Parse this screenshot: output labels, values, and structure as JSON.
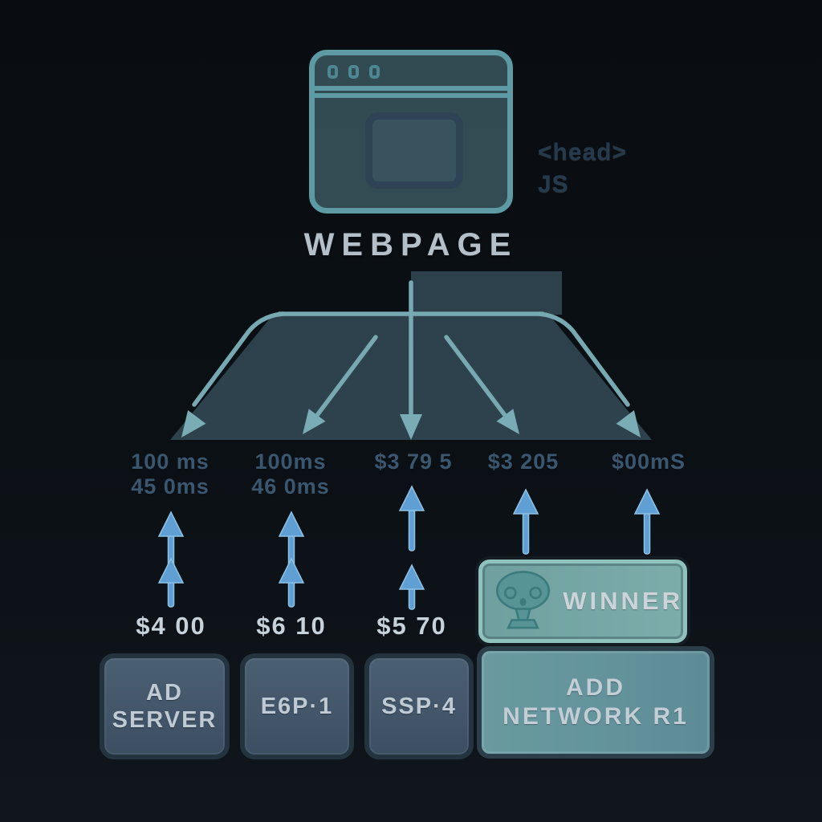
{
  "diagram": {
    "webpage": {
      "label": "WEBPAGE",
      "code_line1": "<head>",
      "code_line2": "JS"
    },
    "responses": [
      {
        "top": "100 ms",
        "bottom": "45 0ms"
      },
      {
        "top": "100ms",
        "bottom": "46 0ms"
      },
      {
        "top": "$3 79 5",
        "bottom": ""
      },
      {
        "top": "$3 205",
        "bottom": ""
      },
      {
        "top": "$00mS",
        "bottom": ""
      }
    ],
    "bids": [
      "$4 00",
      "$6 10",
      "$5 70"
    ],
    "partners": [
      {
        "line1": "AD",
        "line2": "SERVER"
      },
      {
        "line1": "E6P·1",
        "line2": ""
      },
      {
        "line1": "SSP·4",
        "line2": ""
      }
    ],
    "winner": {
      "label": "WINNER"
    },
    "ad_network": {
      "line1": "ADD",
      "line2": "NETWORK R1"
    },
    "icons": {
      "webpage": "browser-window-icon",
      "winner": "trophy-icon",
      "request": "down-arrow-icon",
      "bid": "up-arrow-icon"
    },
    "colors": {
      "teal_outline": "#5d9aa4",
      "fan_arrow": "#79acb5",
      "bid_arrow": "#5f9fd3",
      "dark_label": "#3b5770",
      "light_text": "#c6d1d9",
      "winner_fill": "#74a6a4",
      "partner_fill": "#46596b",
      "ad_slot_outline": "#2e4456"
    }
  }
}
